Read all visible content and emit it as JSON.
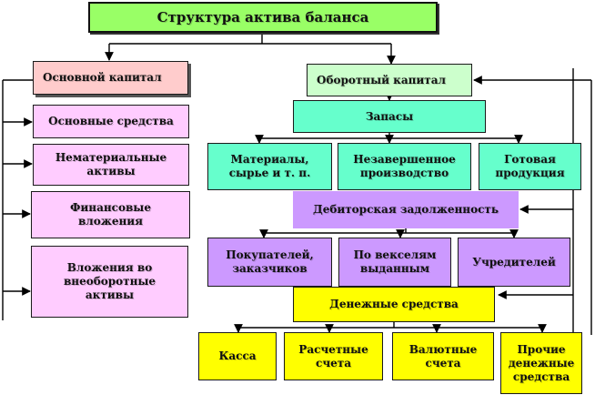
{
  "colors": {
    "title": "#99ff66",
    "fixed_capital": "#ffcccc",
    "fixed_items": "#ffccff",
    "working_capital": "#ccffcc",
    "inventory": "#66ffcc",
    "receivables": "#cc99ff",
    "receivable_items": "#cc99ff",
    "cash": "#ffff00",
    "cash_items": "#ffff00",
    "line": "#000000"
  },
  "diagram": {
    "title": "Структура актива баланса",
    "fixed_capital": {
      "label": "Основной капитал",
      "items": [
        "Основные средства",
        "Нематериальные\nактивы",
        "Финансовые\nвложения",
        "Вложения во\nвнеоборотные\nактивы"
      ]
    },
    "working_capital": {
      "label": "Оборотный капитал",
      "inventory": {
        "label": "Запасы",
        "items": [
          "Материалы,\nсырье и т. п.",
          "Незавершенное\nпроизводство",
          "Готовая\nпродукция"
        ]
      },
      "receivables": {
        "label": "Дебиторская задолженность",
        "items": [
          "Покупателей,\nзаказчиков",
          "По векселям\nвыданным",
          "Учредителей"
        ]
      },
      "cash": {
        "label": "Денежные средства",
        "items": [
          "Касса",
          "Расчетные\nсчета",
          "Валютные\nсчета",
          "Прочие\nденежные\nсредства"
        ]
      }
    }
  }
}
